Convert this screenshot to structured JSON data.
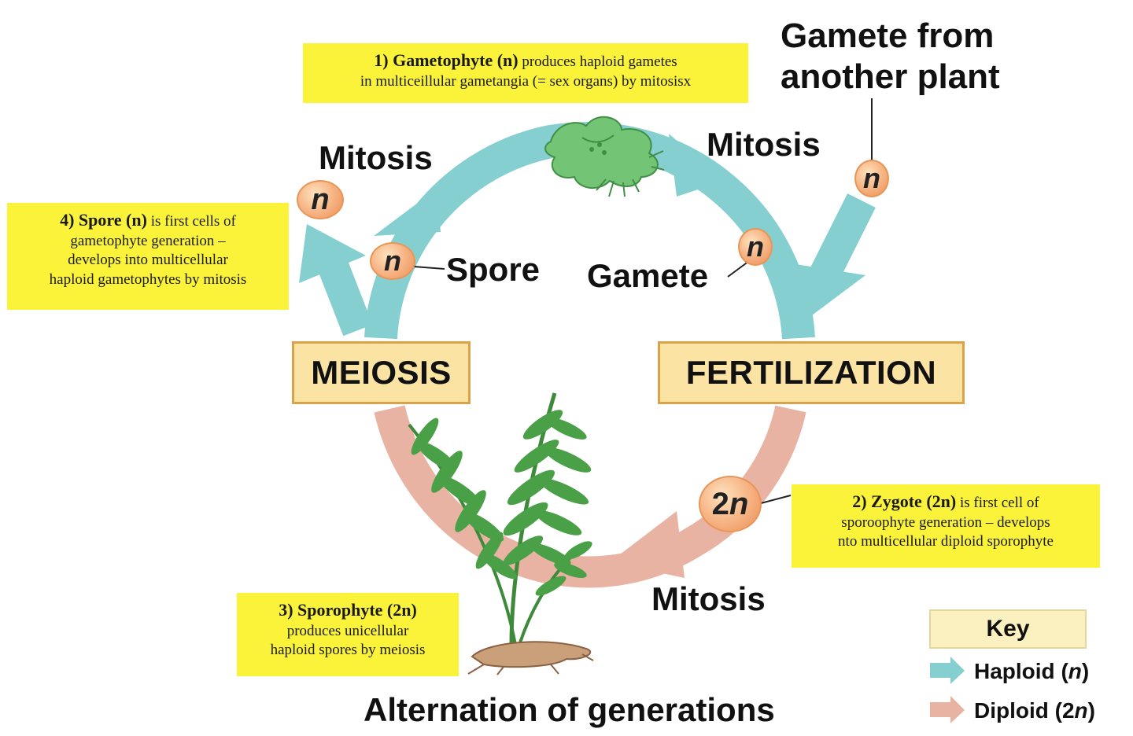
{
  "labels": {
    "gamete_from_line1": "Gamete from",
    "gamete_from_line2": "another plant",
    "mitosis_left": "Mitosis",
    "mitosis_right": "Mitosis",
    "mitosis_bottom": "Mitosis",
    "spore": "Spore",
    "gamete": "Gamete",
    "title": "Alternation of generations"
  },
  "stages": {
    "meiosis": "MEIOSIS",
    "fertilization": "FERTILIZATION"
  },
  "badges": {
    "n": "n",
    "two": "2",
    "two_n_italic": "n"
  },
  "callouts": {
    "c1_bold": "1) Gametophyte (n)",
    "c1_text_a": " produces haploid gametes",
    "c1_text_b": "in multiceillular gametangia (= sex organs) by mitosisx",
    "c2_bold": "2) Zygote (2n)",
    "c2_text_a": " is first cell of",
    "c2_text_b": "sporoophyte generation – develops",
    "c2_text_c": "nto multicellular diploid sporophyte",
    "c3_bold": "3) Sporophyte (2n)",
    "c3_text_a": "produces unicellular",
    "c3_text_b": "haploid spores by meiosis",
    "c4_bold": "4) Spore (n)",
    "c4_text_a": " is first cells of",
    "c4_text_b": "gametophyte generation –",
    "c4_text_c": "develops into multicellular",
    "c4_text_d": "haploid gametophytes by mitosis"
  },
  "key": {
    "title": "Key",
    "haploid_label": "Haploid (",
    "haploid_sym": "n",
    "diploid_label": "Diploid (2",
    "diploid_sym": "n",
    "close": ")"
  },
  "colors": {
    "haploid": "#86cfd1",
    "diploid": "#e8b3a3",
    "callout": "#fbf33a",
    "stage_fill": "#fbe3a4",
    "stage_border": "#d9a24d"
  },
  "icons": {
    "gametophyte": "gametophyte-thallus-illustration",
    "sporophyte": "fern-sporophyte-illustration"
  }
}
